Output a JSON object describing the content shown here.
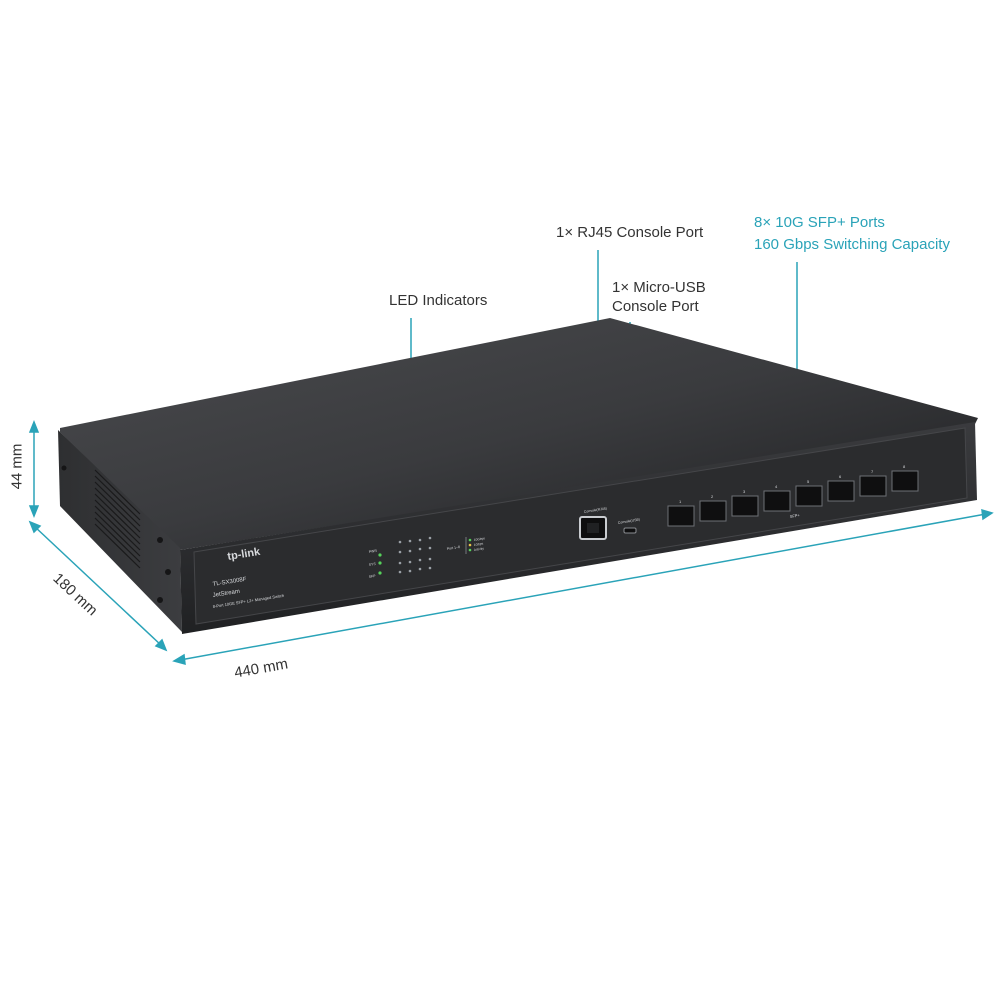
{
  "callouts": {
    "led": "LED Indicators",
    "rj45": "1× RJ45 Console Port",
    "usb_line1": "1× Micro-USB",
    "usb_line2": "Console Port",
    "sfp_line1": "8× 10G SFP+ Ports",
    "sfp_line2": "160 Gbps Switching Capacity"
  },
  "dimensions": {
    "height": "44 mm",
    "depth": "180 mm",
    "width": "440 mm"
  },
  "device": {
    "brand": "tp-link",
    "model": "TL-SX3008F",
    "series": "JetStream",
    "description": "8-Port 10GE SFP+ L2+ Managed Switch",
    "led_labels": [
      "PWR",
      "SYS",
      "SFP"
    ],
    "led_legend_group": "Port 1~8",
    "led_legend": [
      "10Gbps",
      "1Gbps",
      "Activity"
    ],
    "console_rj45_label": "Console(RJ45)",
    "console_usb_label": "Console(USB)",
    "sfp_label": "SFP+",
    "port_numbers": [
      "1",
      "2",
      "3",
      "4",
      "5",
      "6",
      "7",
      "8"
    ]
  },
  "colors": {
    "accent": "#2aa3b8",
    "device_body": "#2a2a2c",
    "callout_line": "#2aa3b8",
    "led_on": "#56d25b"
  }
}
